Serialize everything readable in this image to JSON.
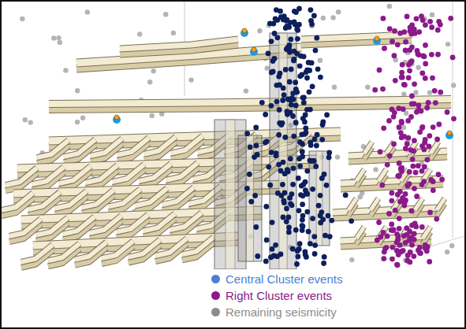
{
  "diagram": {
    "legend": [
      {
        "text": "Central Cluster events",
        "color": "#4a7fd6"
      },
      {
        "text": "Right Cluster events",
        "color": "#8b1a8b"
      },
      {
        "text": "Remaining seismicity",
        "color": "#8c8c8c"
      }
    ]
  }
}
